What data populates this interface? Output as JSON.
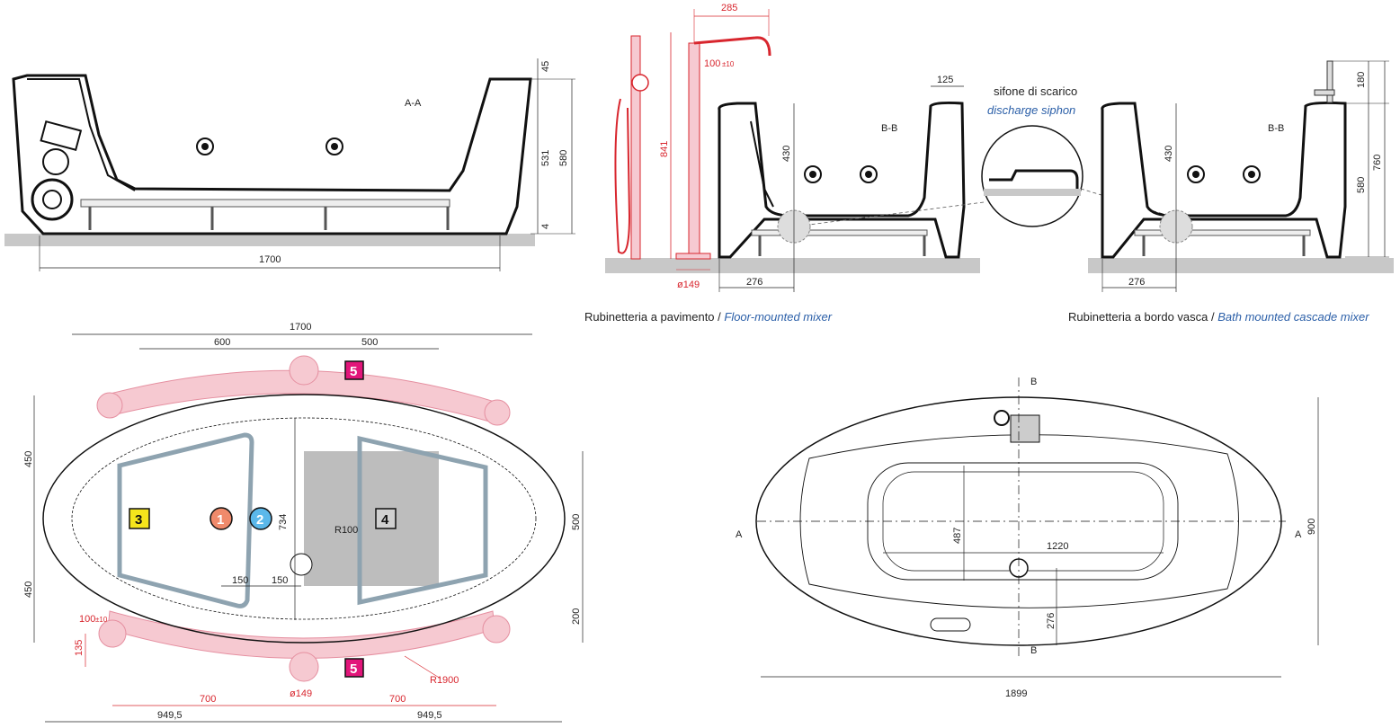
{
  "section_aa": {
    "label": "A-A",
    "dims": {
      "d45": "45",
      "d531": "531",
      "d580": "580",
      "d4": "4",
      "d1700": "1700"
    }
  },
  "section_bb_floor": {
    "label": "B-B",
    "dims": {
      "d285": "285",
      "d100": "100",
      "d100_tol": "±10",
      "d841": "841",
      "d125": "125",
      "d430": "430",
      "d149": "ø149",
      "d276": "276"
    }
  },
  "siphon": {
    "label_it": "sifone di scarico",
    "label_en": "discharge siphon"
  },
  "section_bb_rim": {
    "label": "B-B",
    "dims": {
      "d180": "180",
      "d430": "430",
      "d580": "580",
      "d760": "760",
      "d276": "276"
    }
  },
  "captions": {
    "floor_it": "Rubinetteria a pavimento / ",
    "floor_en": "Floor-mounted mixer",
    "rim_it": "Rubinetteria a bordo vasca / ",
    "rim_en": "Bath mounted cascade mixer"
  },
  "plan_left": {
    "dims": {
      "d1700": "1700",
      "d600": "600",
      "d500": "500",
      "d450a": "450",
      "d450b": "450",
      "d734": "734",
      "d500r": "500",
      "d200": "200",
      "d150a": "150",
      "d150b": "150",
      "r100": "R100",
      "d100": "100",
      "d100_tol": "±10",
      "d135": "135",
      "d149": "ø149",
      "r1900": "R1900",
      "d700a": "700",
      "d700b": "700",
      "d949a": "949,5",
      "d949b": "949,5"
    },
    "markers": [
      "1",
      "2",
      "3",
      "4",
      "5",
      "5"
    ]
  },
  "plan_right": {
    "dims": {
      "d487": "487",
      "d1220": "1220",
      "d276": "276",
      "d900": "900",
      "d1899": "1899"
    },
    "section_marks": {
      "a_left": "A",
      "a_right": "A",
      "b_top": "B",
      "b_bottom": "B"
    }
  },
  "colors": {
    "red": "#d8262e",
    "blue_text": "#2b5fa8",
    "pink": "#f4b7c2",
    "floor": "#c8c8c8",
    "grey_zone": "#bdbdbd",
    "marker1": "#f08a6b",
    "marker2": "#5bb8ea",
    "marker3": "#f5e51c",
    "marker4": "#d0d0d0",
    "marker5": "#e2157a"
  }
}
